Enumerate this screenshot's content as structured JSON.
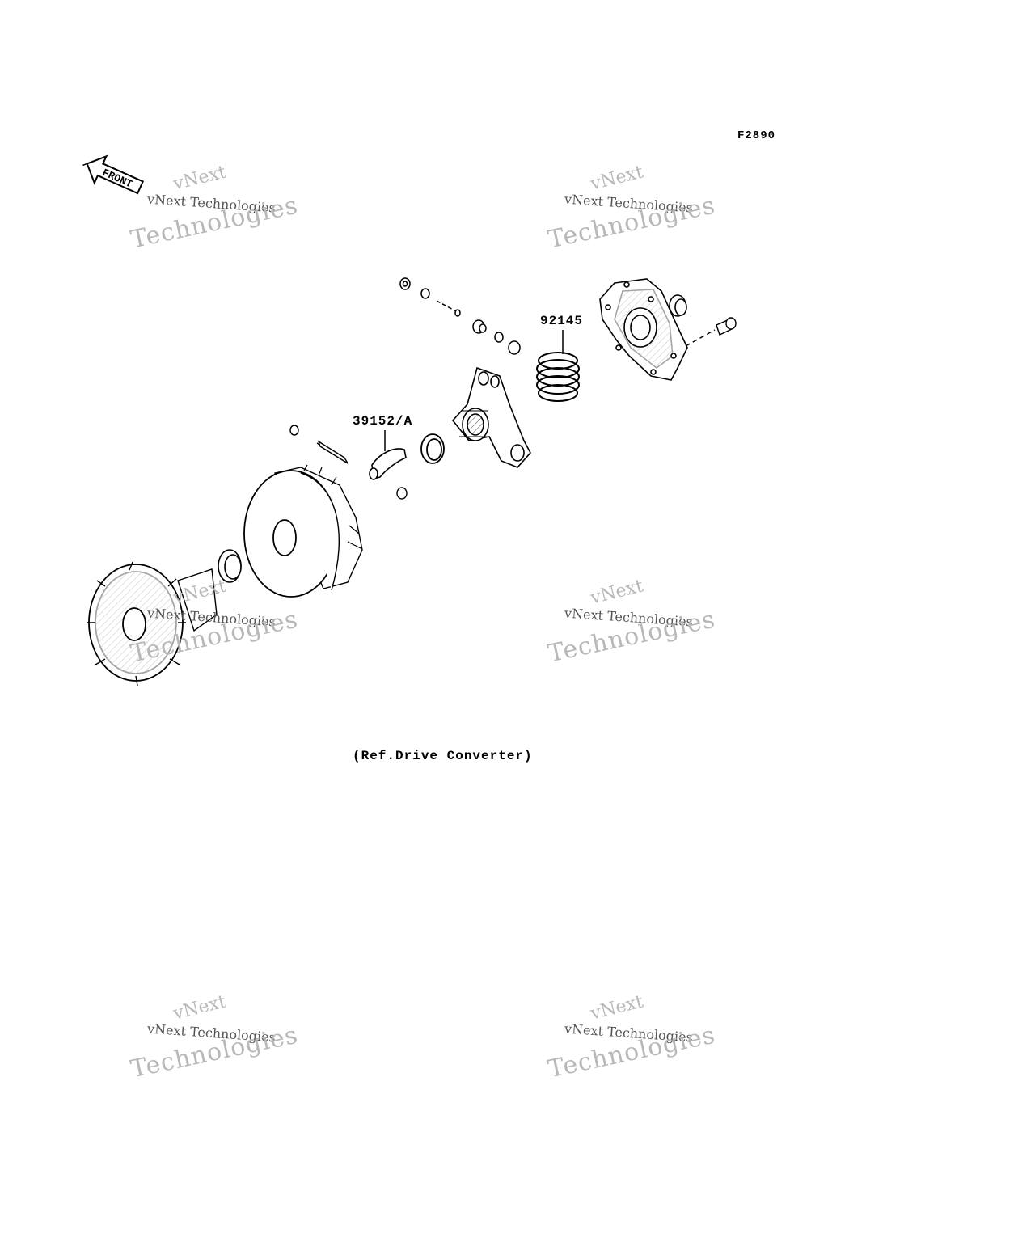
{
  "figure": {
    "code": "F2890",
    "front_label": "FRONT",
    "caption": "(Ref.Drive Converter)"
  },
  "callouts": [
    {
      "id": "92145"
    },
    {
      "id": "39152/A"
    }
  ],
  "watermark": {
    "line1": "vNext",
    "line2": "vNext Technologies",
    "line3": "Technologies"
  },
  "colors": {
    "line": "#000000",
    "watermark": "#b8b8b8",
    "background": "#ffffff"
  }
}
